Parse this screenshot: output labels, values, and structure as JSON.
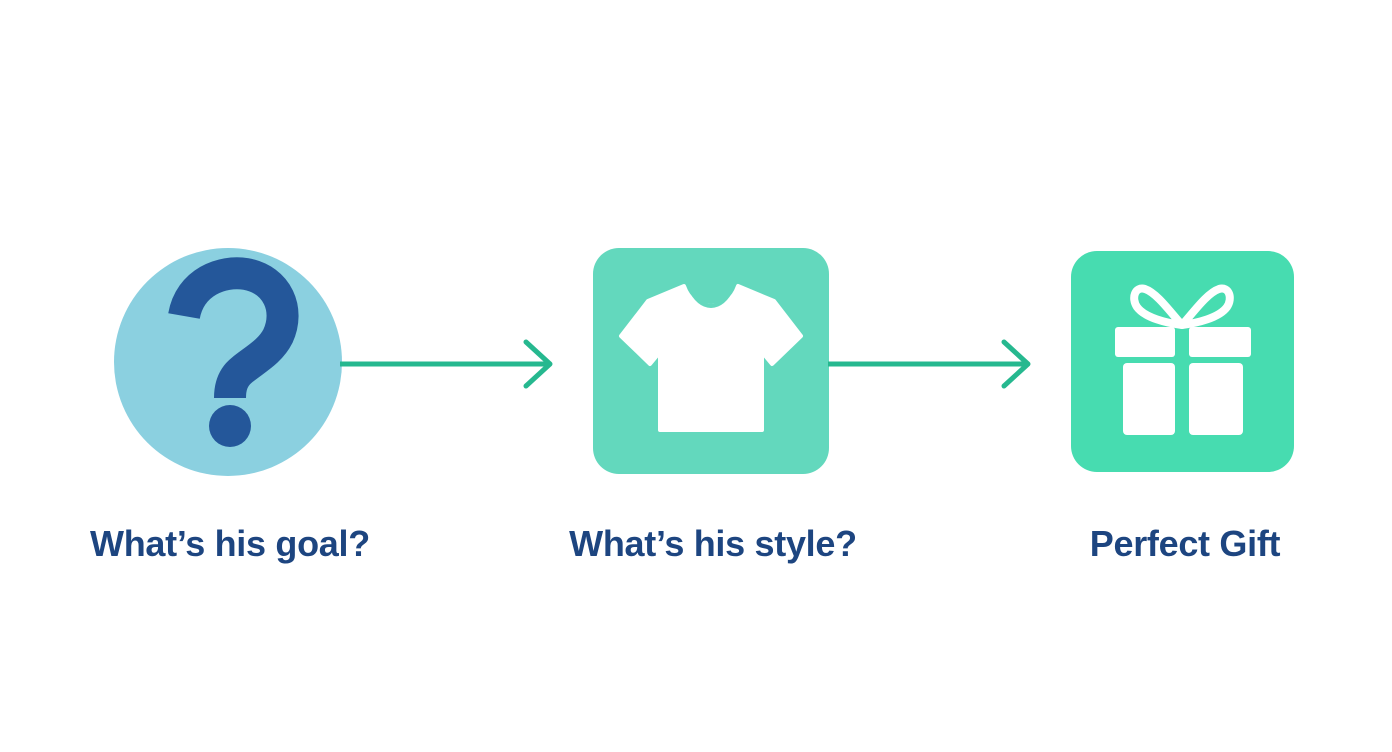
{
  "diagram": {
    "steps": [
      {
        "label": "What’s his goal?",
        "icon": "question-mark-icon"
      },
      {
        "label": "What’s his style?",
        "icon": "t-shirt-icon"
      },
      {
        "label": "Perfect Gift",
        "icon": "gift-box-icon"
      }
    ],
    "colors": {
      "label_text": "#1d4580",
      "circle_fill": "#8bd0e0",
      "question_mark": "#24579a",
      "shirt_tile": "#63d8bd",
      "gift_tile": "#47dcb0",
      "arrow": "#26b88f",
      "icon_white": "#ffffff"
    }
  }
}
